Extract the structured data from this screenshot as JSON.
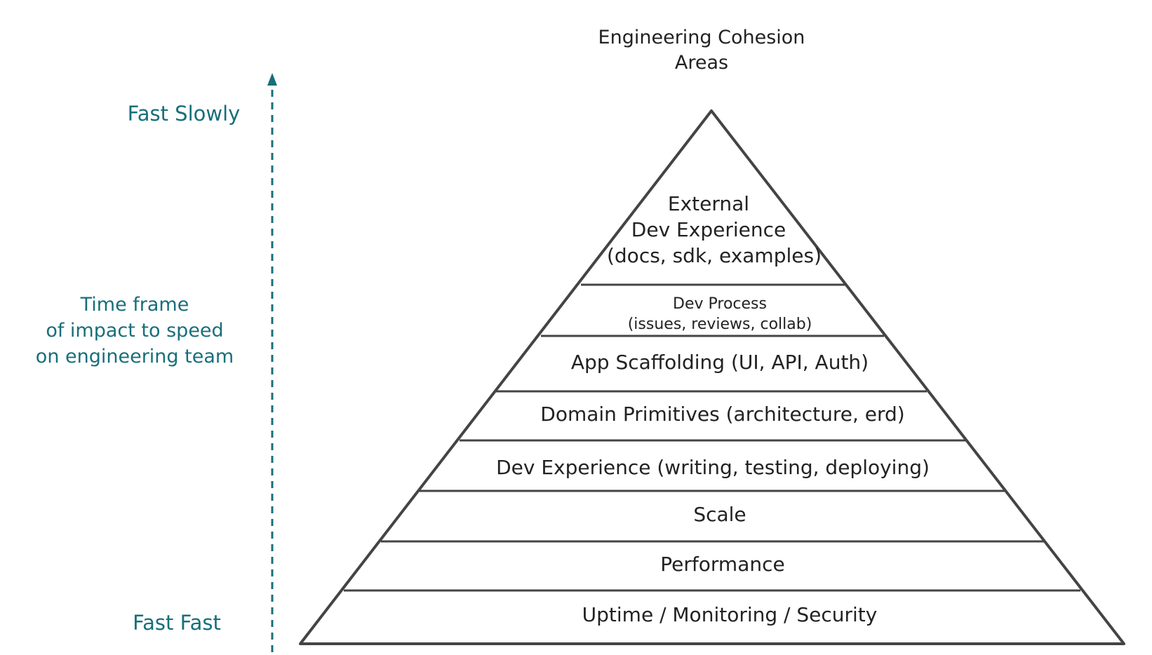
{
  "title": {
    "line1": "Engineering Cohesion",
    "line2": "Areas"
  },
  "axis": {
    "top_label": "Fast Slowly",
    "middle_label": [
      "Time frame",
      "of impact to speed",
      "on engineering team"
    ],
    "bottom_label": "Fast Fast",
    "color": "#176f7a"
  },
  "pyramid": {
    "stroke_color": "#444444",
    "layers": [
      {
        "lines": [
          "External",
          "Dev Experience",
          "(docs, sdk, examples)"
        ]
      },
      {
        "lines": [
          "Dev Process",
          "(issues, reviews, collab)"
        ]
      },
      {
        "lines": [
          "App Scaffolding (UI, API, Auth)"
        ]
      },
      {
        "lines": [
          "Domain Primitives (architecture, erd)"
        ]
      },
      {
        "lines": [
          "Dev Experience (writing, testing, deploying)"
        ]
      },
      {
        "lines": [
          "Scale"
        ]
      },
      {
        "lines": [
          "Performance"
        ]
      },
      {
        "lines": [
          "Uptime / Monitoring / Security"
        ]
      }
    ]
  }
}
